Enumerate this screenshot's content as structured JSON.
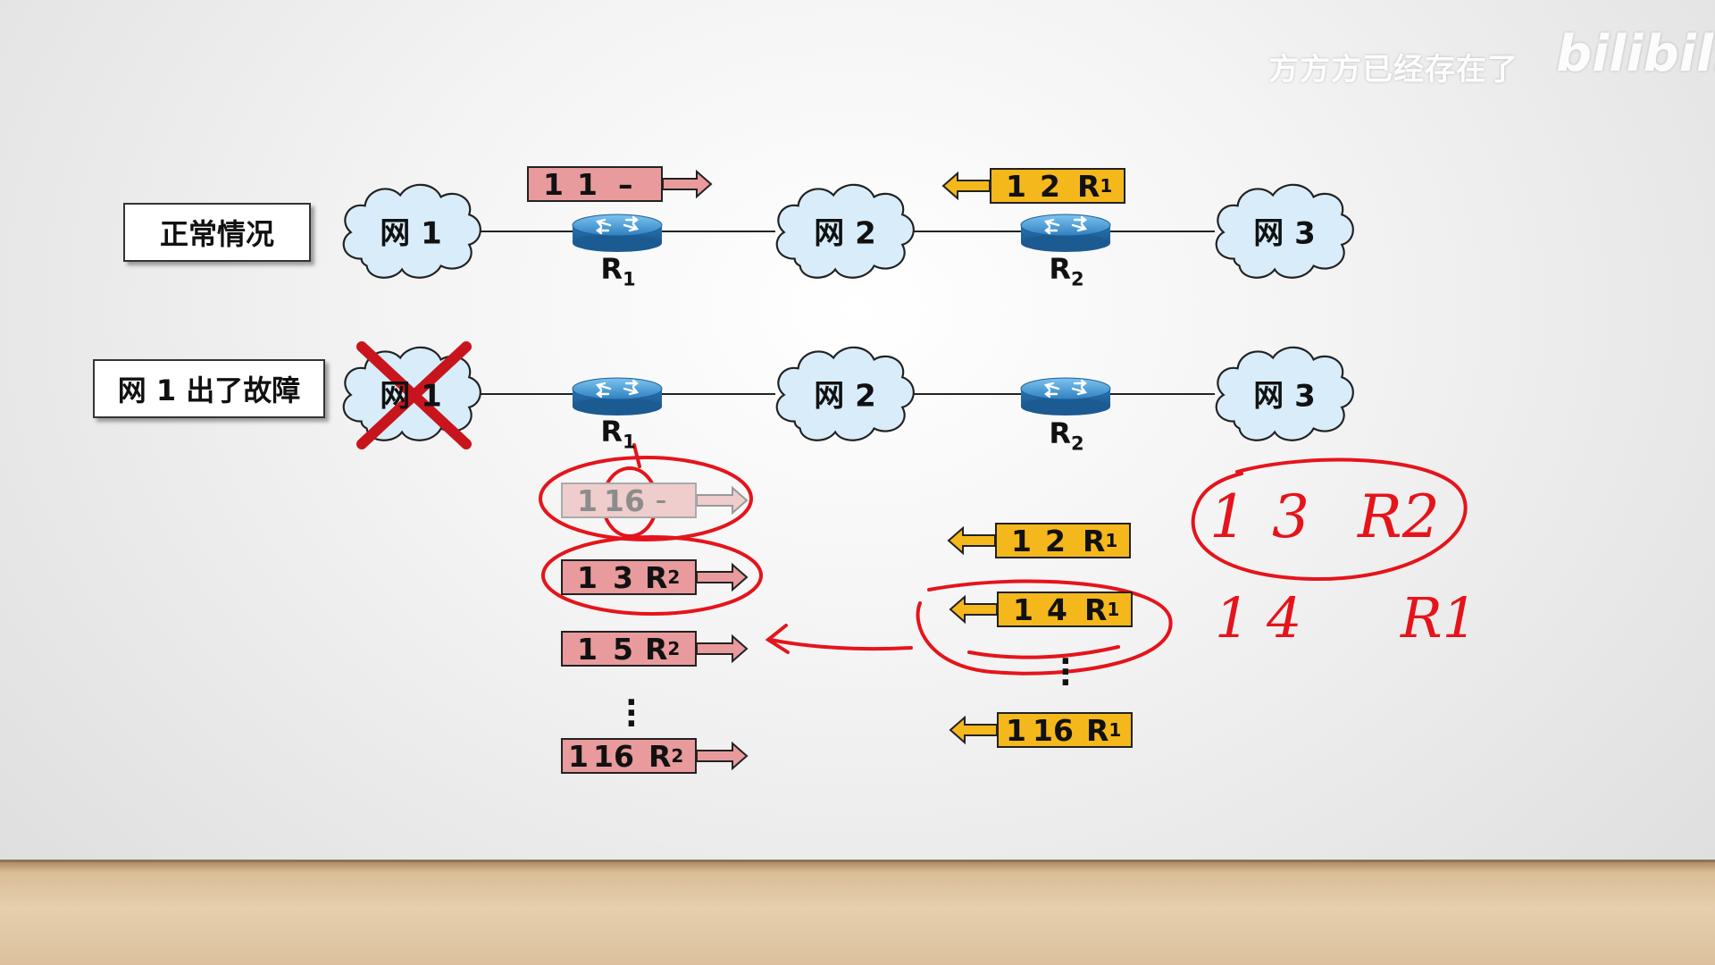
{
  "watermark": {
    "text": "方方方已经存在了",
    "logo": "bilibili"
  },
  "labels": {
    "normal": "正常情况",
    "fault": "网 1 出了故障"
  },
  "networks": {
    "net1": "网 1",
    "net2": "网 2",
    "net3": "网 3"
  },
  "routers": {
    "r1_main": "R",
    "r1_sub": "1",
    "r2_main": "R",
    "r2_sub": "2"
  },
  "packets_top": {
    "p1": {
      "a": "1",
      "b": "1",
      "c": "–",
      "csub": ""
    },
    "p2": {
      "a": "1",
      "b": "2",
      "c": "R",
      "csub": "1"
    }
  },
  "packets_left": [
    {
      "a": "1",
      "b": "16",
      "c": "–",
      "csub": ""
    },
    {
      "a": "1",
      "b": "3",
      "c": "R",
      "csub": "2"
    },
    {
      "a": "1",
      "b": "5",
      "c": "R",
      "csub": "2"
    },
    {
      "a": "1",
      "b": "16",
      "c": "R",
      "csub": "2"
    }
  ],
  "packets_right": [
    {
      "a": "1",
      "b": "2",
      "c": "R",
      "csub": "1"
    },
    {
      "a": "1",
      "b": "4",
      "c": "R",
      "csub": "1"
    },
    {
      "a": "1",
      "b": "16",
      "c": "R",
      "csub": "1"
    }
  ],
  "handwriting": {
    "line1": {
      "a": "1",
      "b": "3",
      "c": "R2"
    },
    "line2": {
      "a": "1",
      "b": "4",
      "c": "R1"
    }
  },
  "colors": {
    "annotation": "#e5141b",
    "pink": "#e89a9c",
    "yellow": "#f5b81c",
    "router": "#3d8fd0",
    "cloud": "#d7ecf8"
  }
}
